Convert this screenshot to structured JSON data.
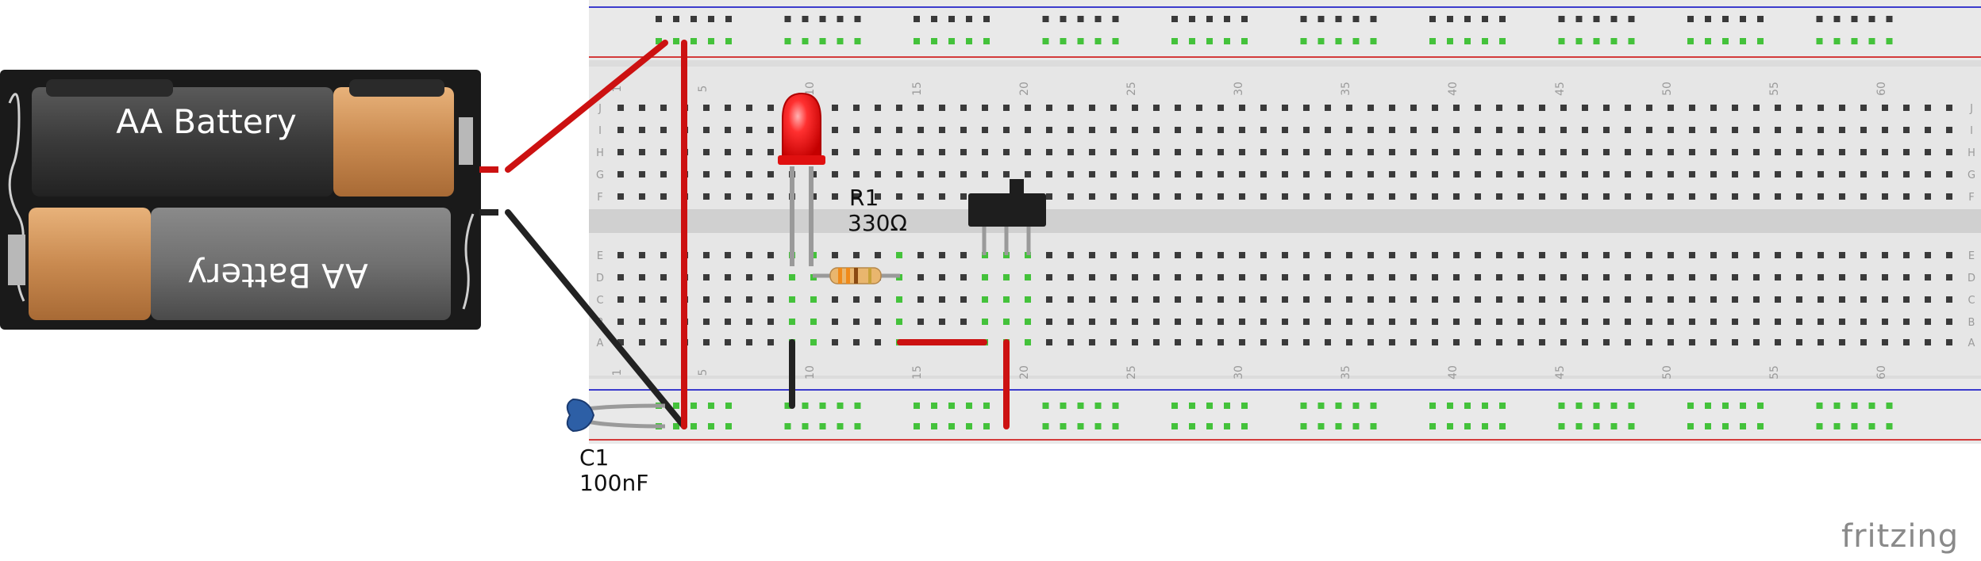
{
  "battery": {
    "top_label": "AA Battery",
    "bottom_label": "AA Battery"
  },
  "breadboard": {
    "column_numbers": [
      "1",
      "5",
      "10",
      "15",
      "20",
      "25",
      "30",
      "35",
      "40",
      "45",
      "50",
      "55",
      "60"
    ],
    "row_letters_top": [
      "J",
      "I",
      "H",
      "G",
      "F"
    ],
    "row_letters_bottom": [
      "E",
      "D",
      "C",
      "B",
      "A"
    ]
  },
  "components": {
    "resistor": {
      "ref": "R1",
      "value": "330Ω"
    },
    "capacitor": {
      "ref": "C1",
      "value": "100nF"
    }
  },
  "colors": {
    "wire_red": "#cc1111",
    "wire_black": "#222222",
    "rail_red": "#d33b3b",
    "rail_blue": "#3b3bcc",
    "led_red": "#ff2a2a",
    "connected_hole": "#44c23b",
    "board": "#e8e8e8",
    "capacitor_blue": "#2d5fa6"
  },
  "watermark": "fritzing"
}
